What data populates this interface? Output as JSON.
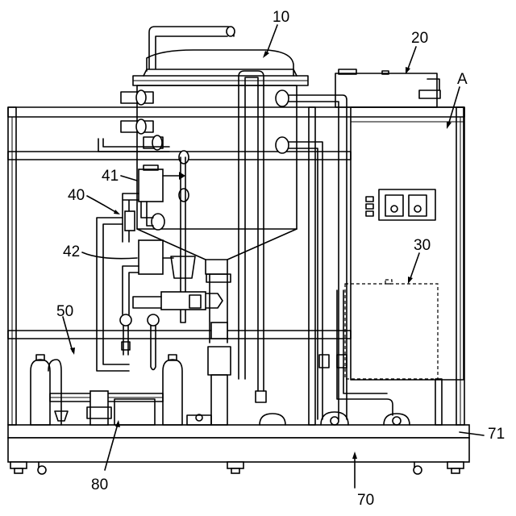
{
  "labels": {
    "tank": "10",
    "box_top": "20",
    "frame": "A",
    "tank_lower": "30",
    "unit": "40",
    "unit_upper": "41",
    "unit_lower": "42",
    "filter": "50",
    "base": "70",
    "base_edge": "71",
    "pump": "80"
  }
}
